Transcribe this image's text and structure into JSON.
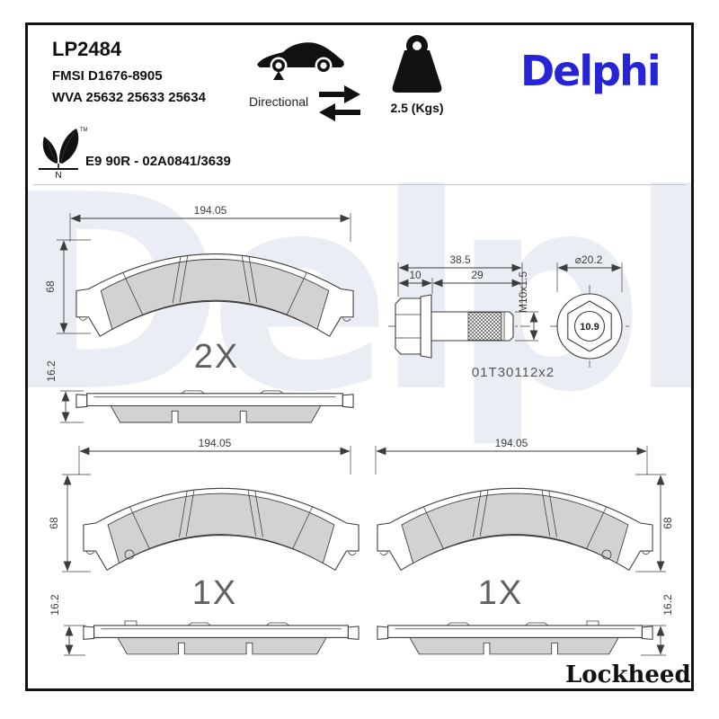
{
  "header": {
    "part_number": "LP2484",
    "fmsi": "FMSI D1676-8905",
    "wva": "WVA 25632 25633 25634",
    "directional_label": "Directional",
    "weight_label": "2.5 (Kgs)",
    "brand": "Delphi",
    "approval": "E9 90R - 02A0841/3639",
    "eco_letter": "N",
    "trademark": "TM"
  },
  "drawings": {
    "pad_top": {
      "width": "194.05",
      "height": "68",
      "thickness": "16.2",
      "qty": "2X"
    },
    "pad_left": {
      "width": "194.05",
      "height": "68",
      "thickness": "16.2",
      "qty": "1X"
    },
    "pad_right": {
      "width": "194.05",
      "height": "68",
      "thickness": "16.2",
      "qty": "1X"
    },
    "bolt": {
      "total_length": "38.5",
      "head_length": "10",
      "thread_length": "29",
      "thread_spec": "M10x1.5",
      "flange_diameter": "⌀20.2",
      "grade": "10.9",
      "reference": "01T30112x2"
    }
  },
  "footer": {
    "brand": "Lockheed",
    "registered": "®"
  },
  "watermark": "Delphi",
  "colors": {
    "brand_blue": "#2525d6",
    "watermark": "#eaedf4",
    "pad_fill": "#d2d2d2",
    "line": "#3c3c3c"
  }
}
